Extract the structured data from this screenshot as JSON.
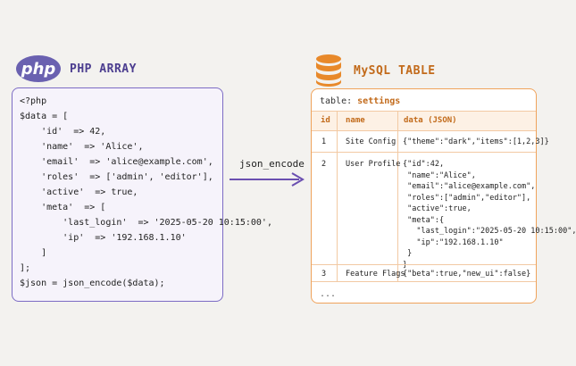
{
  "left": {
    "logo_text": "php",
    "title": "PHP ARRAY",
    "code": [
      "<?php",
      "$data = [",
      "    'id'  => 42,",
      "    'name'  => 'Alice',",
      "    'email'  => 'alice@example.com',",
      "    'roles'  => ['admin', 'editor'],",
      "    'active'  => true,",
      "    'meta'  => [",
      "        'last_login'  => '2025-05-20 10:15:00',",
      "        'ip'  => '192.168.1.10'",
      "    ]",
      "];",
      "$json = json_encode($data);"
    ]
  },
  "arrow": {
    "label": "json_encode"
  },
  "right": {
    "title": "MySQL TABLE",
    "table_label": "table:",
    "table_name": "settings",
    "columns": [
      "id",
      "name",
      "data (JSON)"
    ],
    "rows": [
      {
        "id": "1",
        "name": "Site Config",
        "data": [
          "{\"theme\":\"dark\",\"items\":[1,2,3]}"
        ]
      },
      {
        "id": "2",
        "name": "User Profile",
        "data": [
          "{\"id\":42,",
          " \"name\":\"Alice\",",
          " \"email\":\"alice@example.com\",",
          " \"roles\":[\"admin\",\"editor\"],",
          " \"active\":true,",
          " \"meta\":{",
          "   \"last_login\":\"2025-05-20 10:15:00\",",
          "   \"ip\":\"192.168.1.10\"",
          " }",
          "}"
        ]
      },
      {
        "id": "3",
        "name": "Feature Flags",
        "data": [
          "{\"beta\":true,\"new_ui\":false}"
        ]
      }
    ],
    "ellipsis": "..."
  },
  "colors": {
    "php_purple": "#7c6cc4",
    "mysql_orange": "#f0a35b",
    "arrow": "#6a4fb0"
  },
  "icons": [
    "php-logo-icon",
    "database-icon",
    "arrow-right-icon"
  ]
}
